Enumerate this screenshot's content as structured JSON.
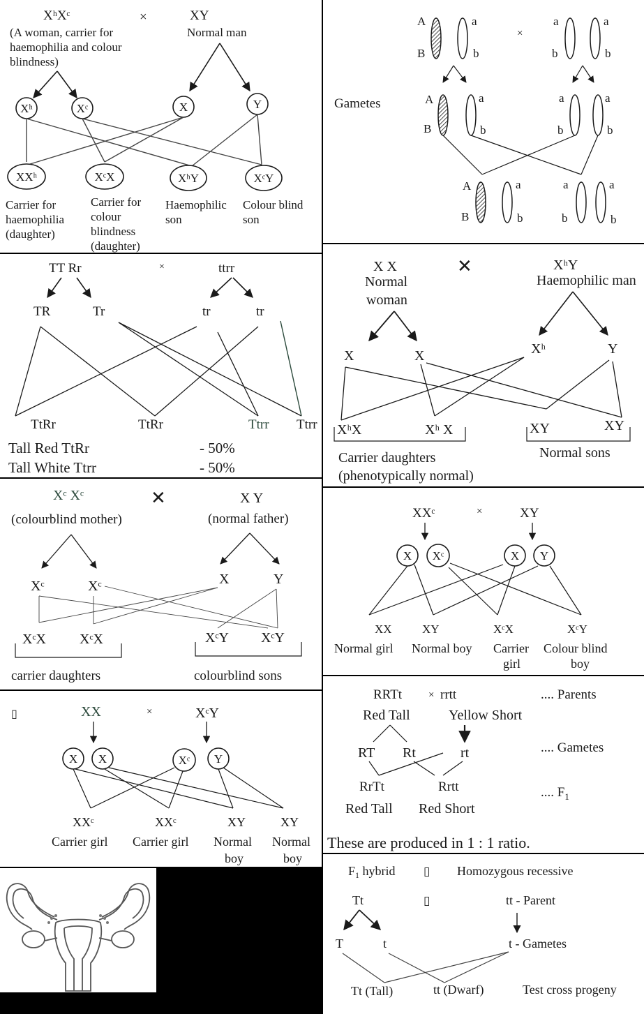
{
  "p1": {
    "mother": "XʰXᶜ",
    "cross": "×",
    "mother_desc": [
      "(A woman, carrier for",
      "haemophilia and colour",
      "blindness)"
    ],
    "father": "XY",
    "father_desc": "Normal man",
    "gametes": [
      "Xʰ",
      "Xᶜ",
      "X",
      "Y"
    ],
    "offspring": [
      "XXʰ",
      "XᶜX",
      "XʰY",
      "XᶜY"
    ],
    "labels": [
      [
        "Carrier for",
        "haemophilia",
        "(daughter)"
      ],
      [
        "Carrier for",
        "colour",
        "blindness",
        "(daughter)"
      ],
      [
        "Haemophilic",
        "son"
      ],
      [
        "Colour blind",
        "son"
      ]
    ]
  },
  "p2": {
    "parent_left": [
      "A",
      "B",
      "a",
      "b"
    ],
    "cross": "×",
    "parent_right": [
      "a",
      "b",
      "a",
      "b"
    ],
    "gametes_label": "Gametes",
    "gamete_left": [
      "A",
      "B",
      "a",
      "b"
    ],
    "gamete_right": [
      "a",
      "b",
      "a",
      "b"
    ],
    "off_left": [
      "A",
      "B",
      "a",
      "b"
    ],
    "off_right": [
      "a",
      "b",
      "a",
      "b"
    ]
  },
  "p3": {
    "parent1": "TT Rr",
    "cross": "×",
    "parent2": "ttrr",
    "gametes": [
      "TR",
      "Tr",
      "tr",
      "tr"
    ],
    "offspring": [
      "TtRr",
      "TtRr",
      "Ttrr",
      "Ttrr"
    ],
    "results": [
      {
        "label": "Tall Red TtRr",
        "value": "- 50%"
      },
      {
        "label": "Tall White Ttrr",
        "value": "- 50%"
      }
    ]
  },
  "p4": {
    "mother": "X X",
    "mother_desc": [
      "Normal",
      "woman"
    ],
    "cross": "✕",
    "father": "XʰY",
    "father_desc": "Haemophilic man",
    "gametes": [
      "X",
      "X",
      "Xʰ",
      "Y"
    ],
    "offspring": [
      "XʰX",
      "Xʰ X",
      "XY",
      "XY"
    ],
    "group_left": [
      "Carrier daughters",
      "(phenotypically normal)"
    ],
    "group_right": "Normal sons"
  },
  "p5": {
    "mother": "Xᶜ Xᶜ",
    "mother_desc": "(colourblind mother)",
    "cross": "✕",
    "father": "X Y",
    "father_desc": "(normal father)",
    "gametes": [
      "Xᶜ",
      "Xᶜ",
      "X",
      "Y"
    ],
    "offspring": [
      "XᶜX",
      "XᶜX",
      "XᶜY",
      "XᶜY"
    ],
    "group_left": "carrier daughters",
    "group_right": "colourblind sons"
  },
  "p6": {
    "mother": "XXᶜ",
    "cross": "×",
    "father": "XY",
    "gametes": [
      "X",
      "Xᶜ",
      "X",
      "Y"
    ],
    "offspring": [
      "XX",
      "XY",
      "XᶜX",
      "XᶜY"
    ],
    "labels": [
      [
        "Normal girl"
      ],
      [
        "Normal boy"
      ],
      [
        "Carrier",
        "girl"
      ],
      [
        "Colour blind",
        "boy"
      ]
    ]
  },
  "p7": {
    "parent1": "RRTt",
    "cross": "×",
    "parent2": "rrtt",
    "parents_tag": ".... Parents",
    "pheno1": "Red Tall",
    "pheno2": "Yellow Short",
    "gametes": [
      "RT",
      "Rt",
      "rt"
    ],
    "gametes_tag": ".... Gametes",
    "offspring": [
      "RrTt",
      "Rrtt"
    ],
    "f1_tag": ".... F",
    "f1_sub": "1",
    "off_pheno": [
      "Red Tall",
      "Red Short"
    ],
    "ratio_note": "These are produced in 1 : 1 ratio."
  },
  "p8": {
    "glyph": "▯",
    "mother": "XX",
    "cross": "×",
    "father": "XᶜY",
    "gametes": [
      "X",
      "X",
      "Xᶜ",
      "Y"
    ],
    "offspring": [
      "XXᶜ",
      "XXᶜ",
      "XY",
      "XY"
    ],
    "labels": [
      [
        "Carrier girl"
      ],
      [
        "Carrier girl"
      ],
      [
        "Normal",
        "boy"
      ],
      [
        "Normal",
        "boy"
      ]
    ]
  },
  "p10": {
    "hybrid_label": "F",
    "hybrid_sub": "1",
    "hybrid_rest": " hybrid",
    "glyph1": "▯",
    "recessive_label": "Homozygous recessive",
    "parent1": "Tt",
    "glyph2": "▯",
    "parent2": "tt - Parent",
    "gametes": [
      "T",
      "t"
    ],
    "gamete_right": "t - Gametes",
    "offspring": [
      "Tt (Tall)",
      "tt (Dwarf)"
    ],
    "progeny_label": "Test cross progeny"
  }
}
